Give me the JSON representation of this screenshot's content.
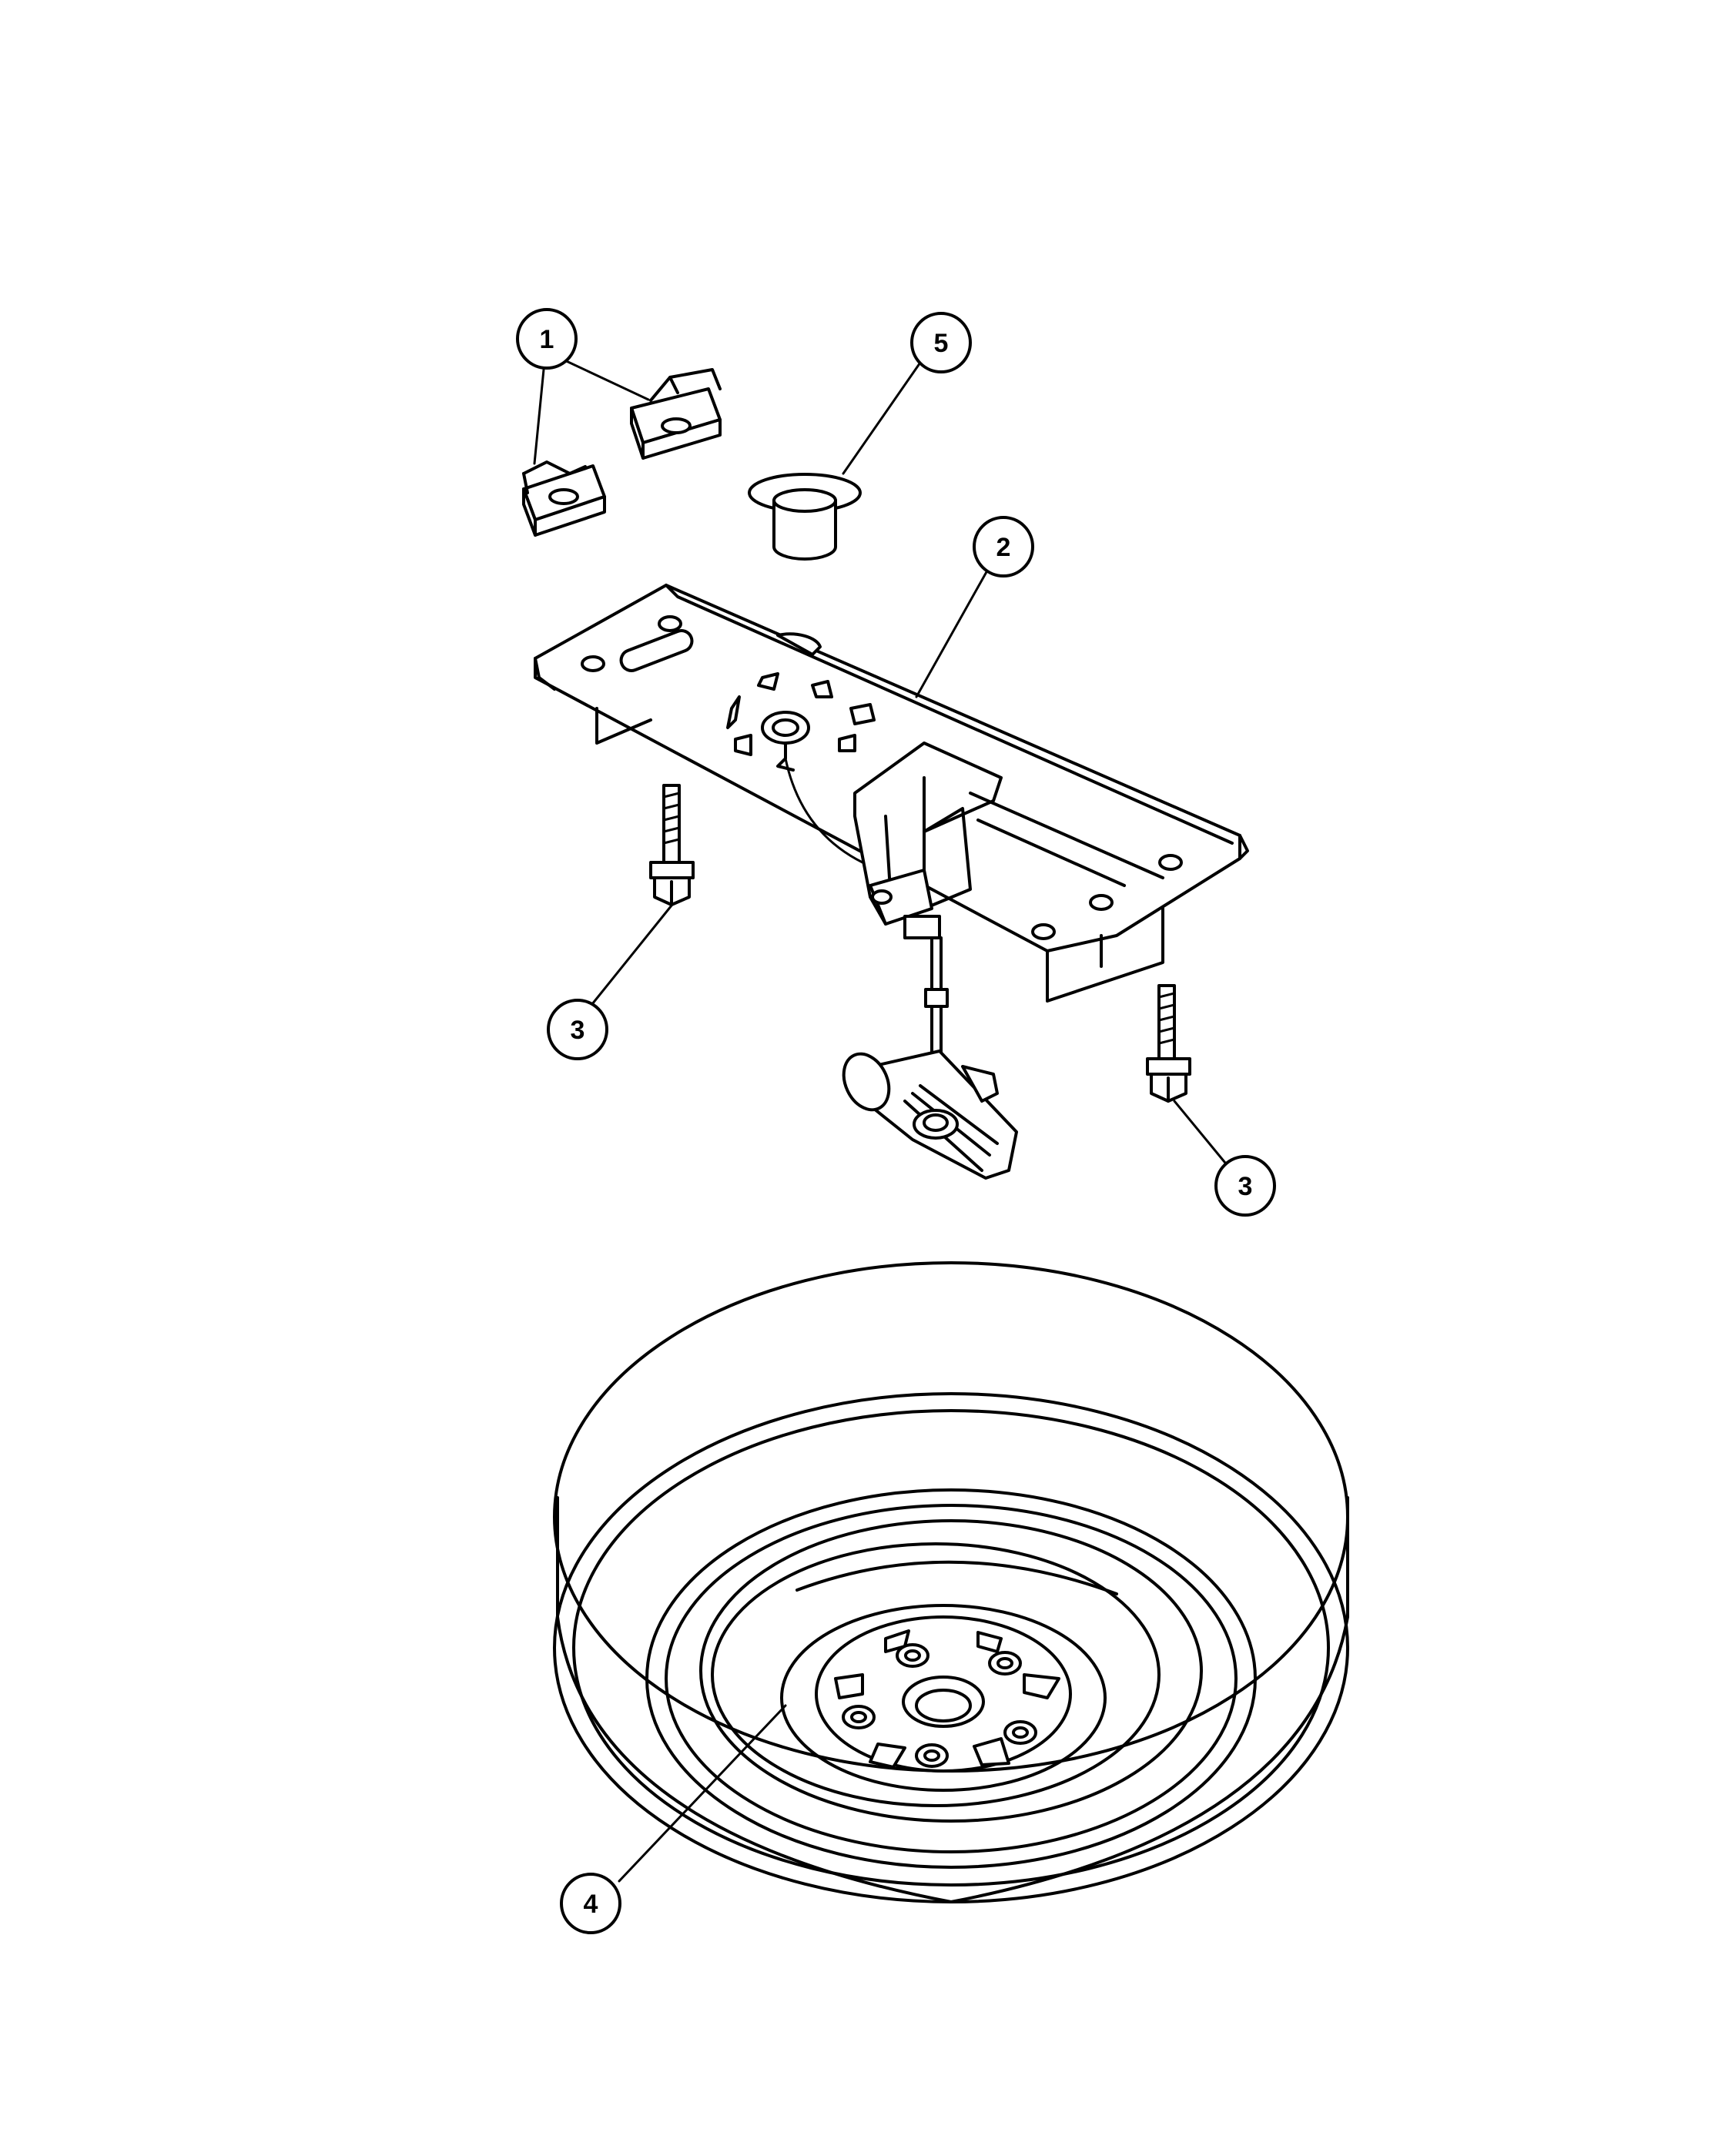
{
  "callouts": [
    {
      "id": "c1",
      "label": "1"
    },
    {
      "id": "c5",
      "label": "5"
    },
    {
      "id": "c2",
      "label": "2"
    },
    {
      "id": "c3a",
      "label": "3"
    },
    {
      "id": "c3b",
      "label": "3"
    },
    {
      "id": "c4",
      "label": "4"
    }
  ],
  "colors": {
    "line": "#000000",
    "background": "#ffffff"
  }
}
